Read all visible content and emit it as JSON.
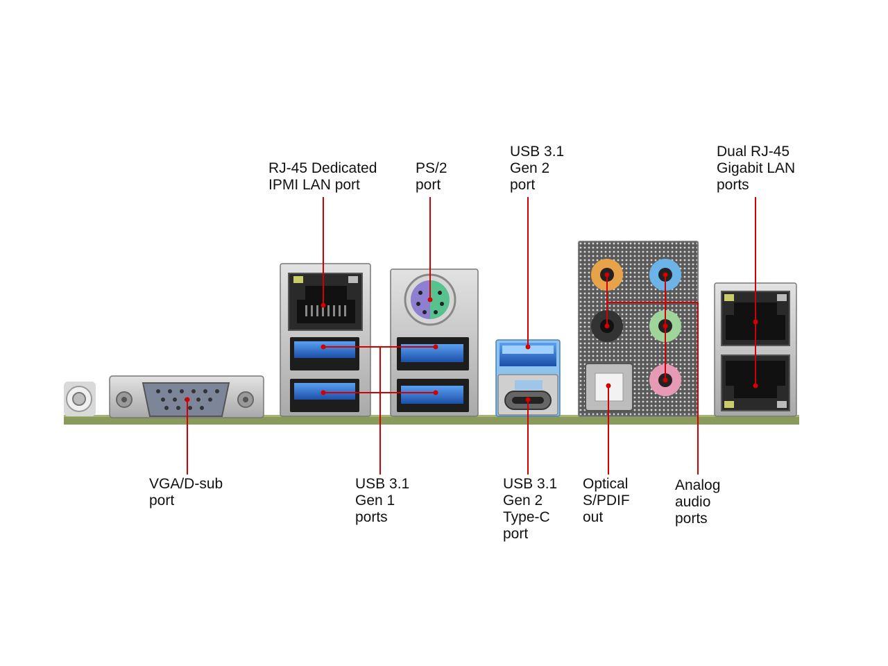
{
  "labels": {
    "rj45_ipmi": "RJ-45 Dedicated\nIPMI LAN port",
    "ps2": "PS/2\nport",
    "usb31_gen2_top": "USB 3.1\nGen 2\nport",
    "dual_rj45": "Dual RJ-45\nGigabit LAN\nports",
    "vga": "VGA/D-sub\nport",
    "usb31_gen1": "USB 3.1\nGen 1\nports",
    "usb31_gen2_typec": "USB 3.1\nGen 2\nType-C\nport",
    "optical": "Optical\nS/PDIF\nout",
    "analog": "Analog\naudio\nports"
  },
  "colors": {
    "callout_line": "#d40000",
    "pcb": "#8a9a5b",
    "metal": "#c9c9c9",
    "usb3_blue": "#2a6fd1",
    "audio_orange": "#e8a24a",
    "audio_blue": "#6cb4e8",
    "audio_black": "#333333",
    "audio_green": "#9fd49a",
    "audio_pink": "#e79ab5",
    "ps2_purple": "#8e7fd0",
    "ps2_green": "#58c28e"
  }
}
